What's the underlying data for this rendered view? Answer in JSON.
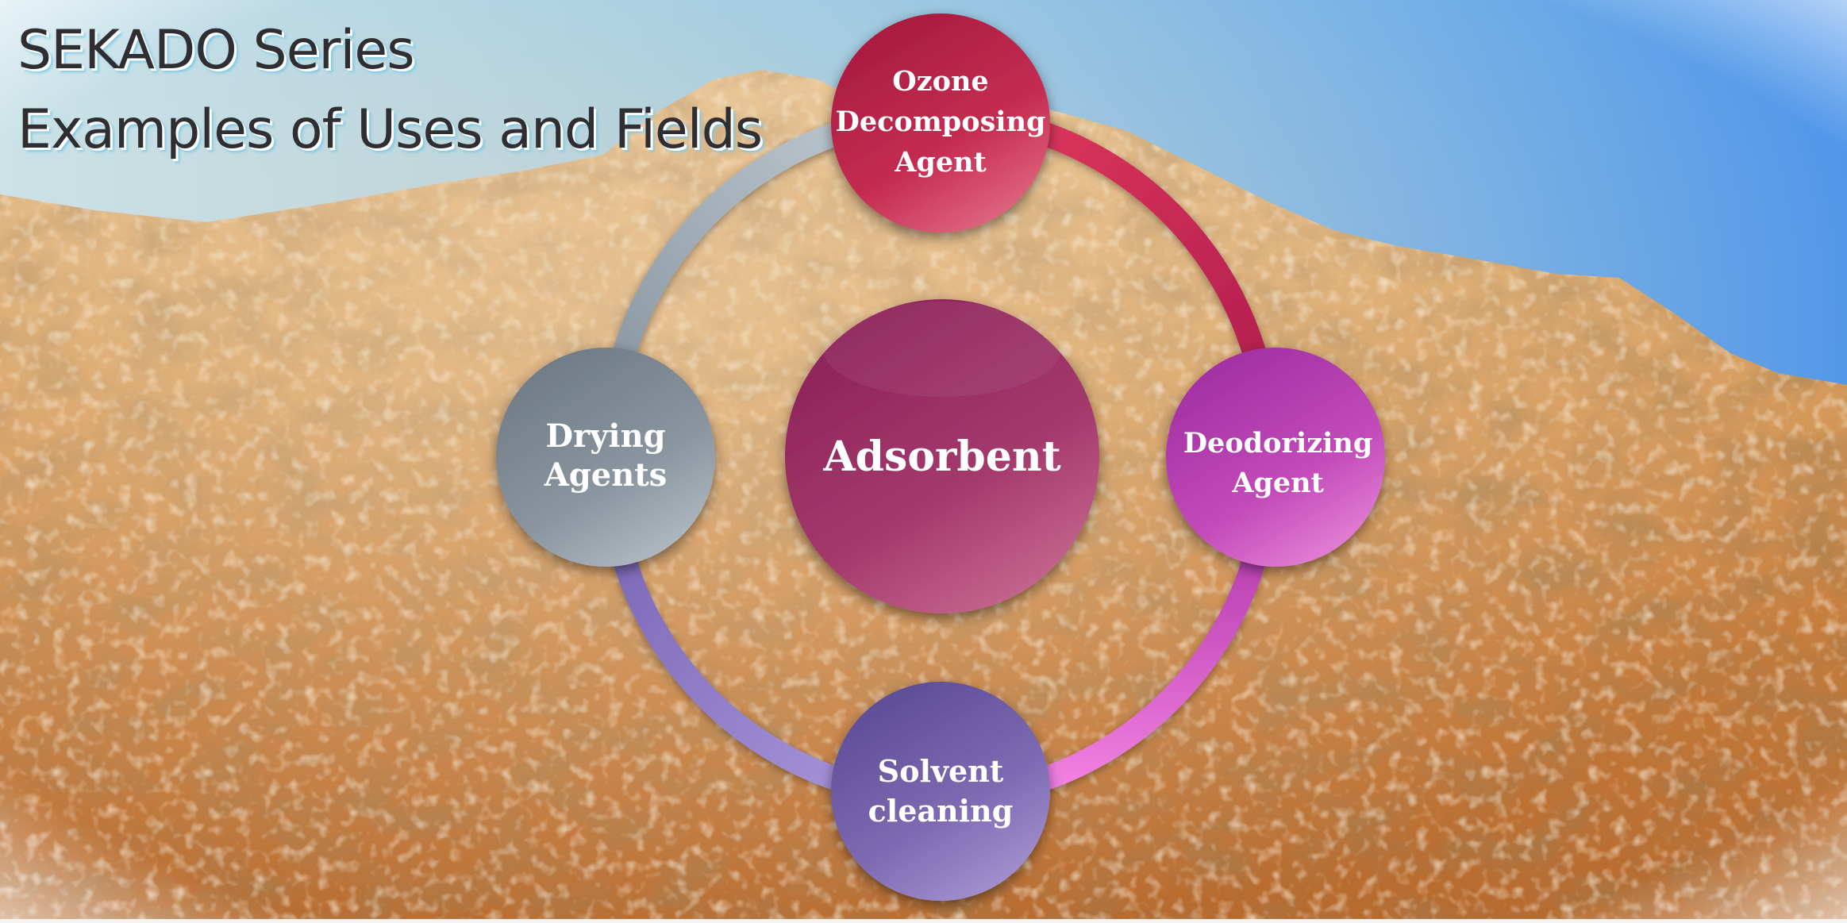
{
  "title": {
    "line1": "SEKADO Series",
    "line2": "Examples of Uses and Fields"
  },
  "diagram": {
    "center": {
      "label": "Adsorbent",
      "color": "#a43a6c"
    },
    "nodes": [
      {
        "id": "ozone",
        "lines": [
          "Ozone",
          "Decomposing",
          "Agent"
        ],
        "color": "#c0294e"
      },
      {
        "id": "deodorizing",
        "lines": [
          "Deodorizing",
          "Agent"
        ],
        "color": "#c24ab9"
      },
      {
        "id": "solvent",
        "lines": [
          "Solvent",
          "cleaning"
        ],
        "color": "#7f6bb3"
      },
      {
        "id": "drying",
        "lines": [
          "Drying",
          "Agents"
        ],
        "color": "#8a959f"
      }
    ]
  }
}
